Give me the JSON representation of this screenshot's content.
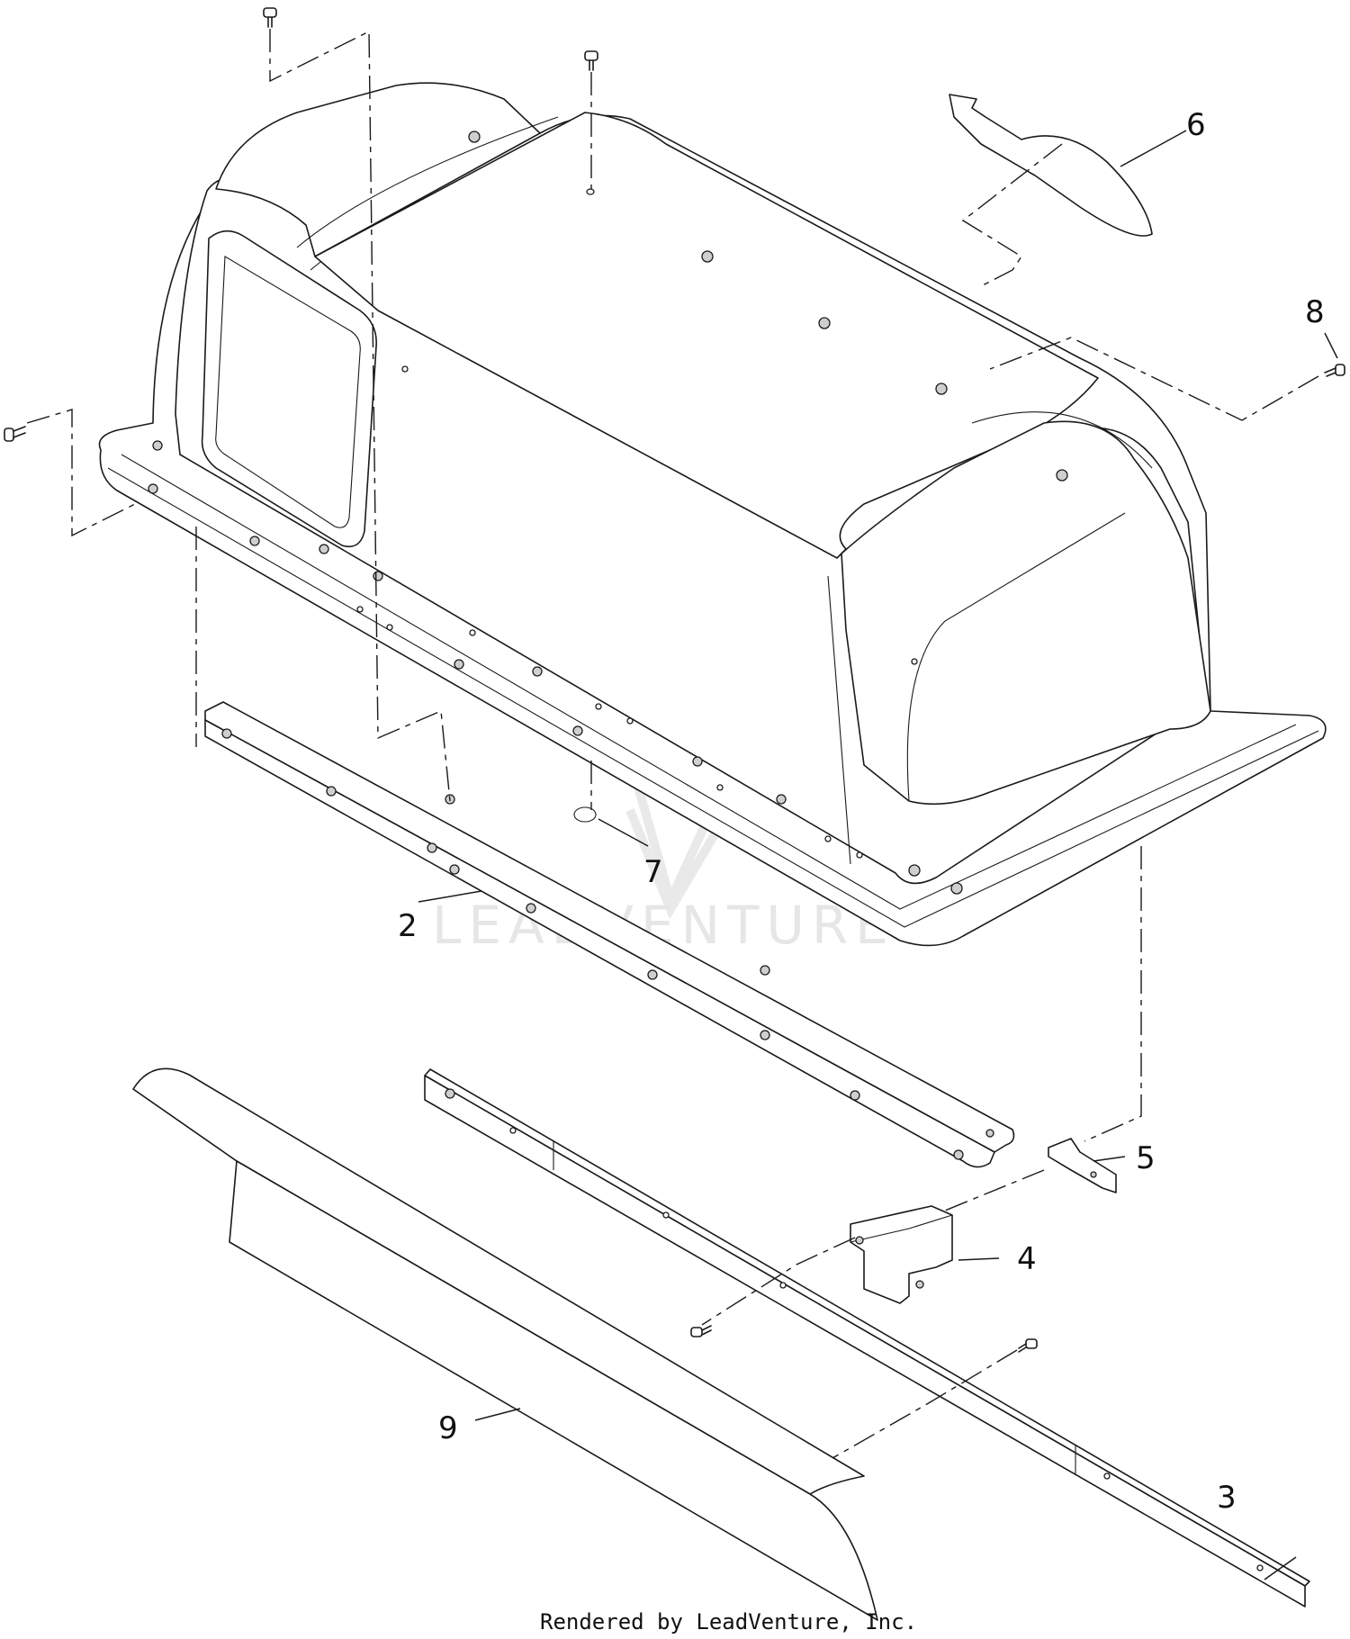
{
  "callouts": [
    {
      "id": "2",
      "label": "2"
    },
    {
      "id": "3",
      "label": "3"
    },
    {
      "id": "4",
      "label": "4"
    },
    {
      "id": "5",
      "label": "5"
    },
    {
      "id": "6",
      "label": "6"
    },
    {
      "id": "7",
      "label": "7"
    },
    {
      "id": "8",
      "label": "8"
    },
    {
      "id": "9",
      "label": "9"
    }
  ],
  "watermark": {
    "text": "LEADVENTURE"
  },
  "footer": {
    "text": "Rendered by LeadVenture, Inc."
  }
}
